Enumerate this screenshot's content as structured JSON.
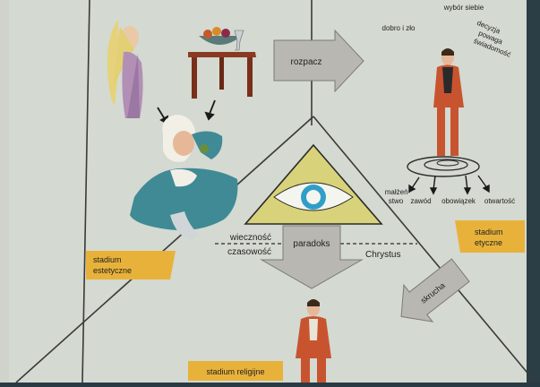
{
  "colors": {
    "page": "#d4d9d1",
    "lines": "#3a3a3a",
    "arrow_fill": "#b9b7b1",
    "triangle": "#d8d37a",
    "eye_iris": "#2f9fc7",
    "label_box": "#e8b23a",
    "edge_green": "#1e5a5a"
  },
  "arrows": {
    "rozpacz": "rozpacz",
    "paradoks": "paradoks",
    "skrucha": "skrucha"
  },
  "ethical": {
    "wybor_siebie": "wybór siebie",
    "dobro_i_zlo": "dobro i zło",
    "decyzja": [
      "decyzja",
      "powaga",
      "świadomość"
    ],
    "malzenstwo": [
      "małżeń-",
      "stwo"
    ],
    "zawod": "zawód",
    "obowiazek": "obowiązek",
    "otwartosc": "otwartość"
  },
  "religious": {
    "wiecznosc": "wieczność",
    "czasowosc": "czasowość",
    "chrystus": "Chrystus"
  },
  "stages": {
    "estetyczne": [
      "stadium",
      "estetyczne"
    ],
    "etyczne": [
      "stadium",
      "etyczne"
    ],
    "religijne": "stadium religijne"
  }
}
